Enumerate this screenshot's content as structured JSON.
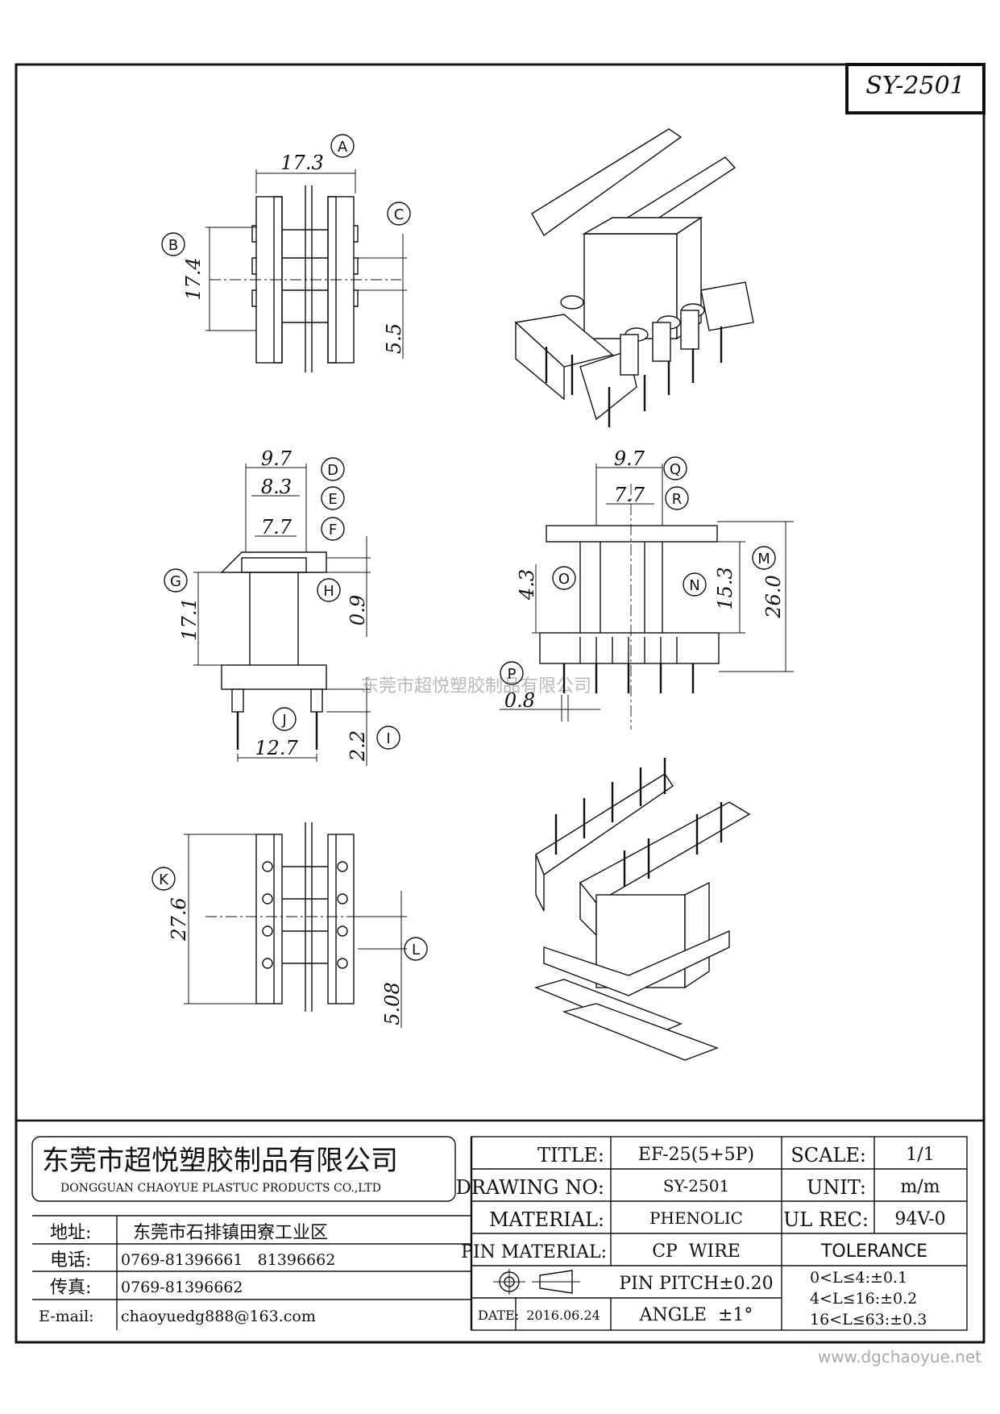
{
  "part_number": "SY-2501",
  "callouts": [
    "A",
    "B",
    "C",
    "D",
    "E",
    "F",
    "G",
    "H",
    "I",
    "J",
    "K",
    "L",
    "M",
    "N",
    "O",
    "P",
    "Q",
    "R"
  ],
  "dimensions": {
    "top_view": {
      "width": "17.3",
      "height": "17.4",
      "pitch": "5.5"
    },
    "front_view": {
      "d": "9.7",
      "e": "8.3",
      "f": "7.7",
      "g": "17.1",
      "h": "0.9",
      "i": "2.2",
      "j": "12.7"
    },
    "side_view": {
      "q": "9.7",
      "r": "7.7",
      "m": "26.0",
      "n": "15.3",
      "o": "4.3",
      "p": "0.8"
    },
    "bottom_view": {
      "k": "27.6",
      "l": "5.08"
    }
  },
  "watermark": "东莞市超悦塑胶制品有限公司",
  "company": {
    "name_cn": "东莞市超悦塑胶制品有限公司",
    "name_en": "DONGGUAN CHAOYUE PLASTUC PRODUCTS CO.,LTD"
  },
  "contact": {
    "address_label": "地址:",
    "address": "东莞市石排镇田寮工业区",
    "phone_label": "电话:",
    "phone": "0769-81396661   81396662",
    "fax_label": "传真:",
    "fax": "0769-81396662",
    "email_label": "E-mail:",
    "email": "chaoyuedg888@163.com"
  },
  "title_block": {
    "title_label": "TITLE:",
    "title": "EF-25(5+5P)",
    "drawing_no_label": "DRAWING NO:",
    "drawing_no": "SY-2501",
    "material_label": "MATERIAL:",
    "material": "PHENOLIC",
    "pin_material_label": "PIN MATERIAL:",
    "pin_material": "CP  WIRE",
    "pin_pitch": "PIN PITCH±0.20",
    "angle": "ANGLE  ±1°",
    "date_label": "DATE:",
    "date": "2016.06.24",
    "scale_label": "SCALE:",
    "scale": "1/1",
    "unit_label": "UNIT:",
    "unit": "m/m",
    "ul_label": "UL REC:",
    "ul": "94V-0",
    "tolerance_label": "TOLERANCE",
    "tolerances": [
      "0<L≤4:±0.1",
      "4<L≤16:±0.2",
      "16<L≤63:±0.3"
    ]
  },
  "website": "www.dgchaoyue.net"
}
